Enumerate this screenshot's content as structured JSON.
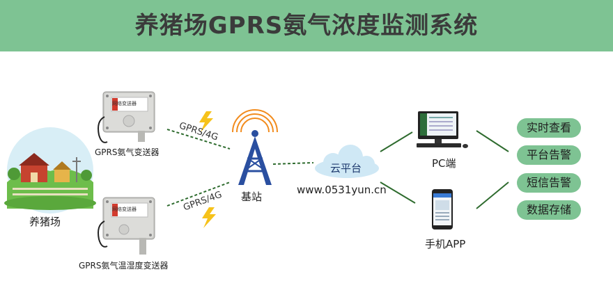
{
  "title": "养猪场GPRS氨气浓度监测系统",
  "farm_label": "养猪场",
  "sensor1": {
    "label": "GPRS氨气变送器",
    "plate": "网络变送器"
  },
  "sensor2": {
    "label": "GPRS氨气温湿度变送器",
    "plate": "网络变送器"
  },
  "link_label_1": "GPRS/4G",
  "link_label_2": "GPRS/4G",
  "tower_label": "基站",
  "cloud_label": "云平台",
  "website": "www.0531yun.cn",
  "pc_label": "PC端",
  "phone_label": "手机APP",
  "features": [
    "实时查看",
    "平台告警",
    "短信告警",
    "数据存储"
  ],
  "colors": {
    "banner": "#7ec393",
    "pill": "#7ec393",
    "tower": "#2a4fa0",
    "signal": "#f28c1e",
    "line": "#2e6b2e",
    "lightning": "#f6c21b"
  }
}
